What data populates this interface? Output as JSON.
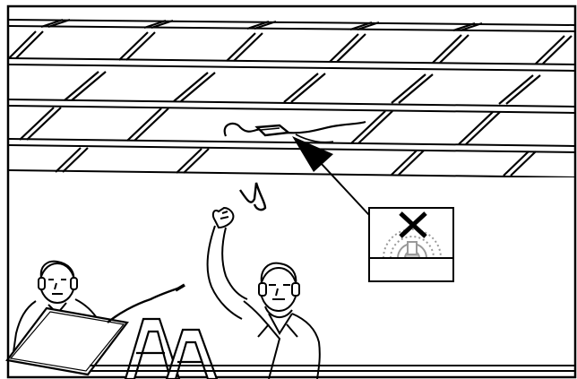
{
  "illustration": {
    "kind": "instruction-diagram",
    "description_elements": [
      "suspended-ceiling-grid",
      "ceiling-mounted-device-with-cable",
      "callout-arrow",
      "prohibition-symbol-callout",
      "installer-holding-ceiling-panel",
      "installer-raising-arm",
      "step-ladder"
    ],
    "callout": {
      "symbol": "cross-mark-icon",
      "meaning_icon": "radiation-warning-icon"
    },
    "colors": {
      "line": "#000000",
      "background": "#ffffff",
      "callout_gray": "#9a9a9a"
    }
  }
}
